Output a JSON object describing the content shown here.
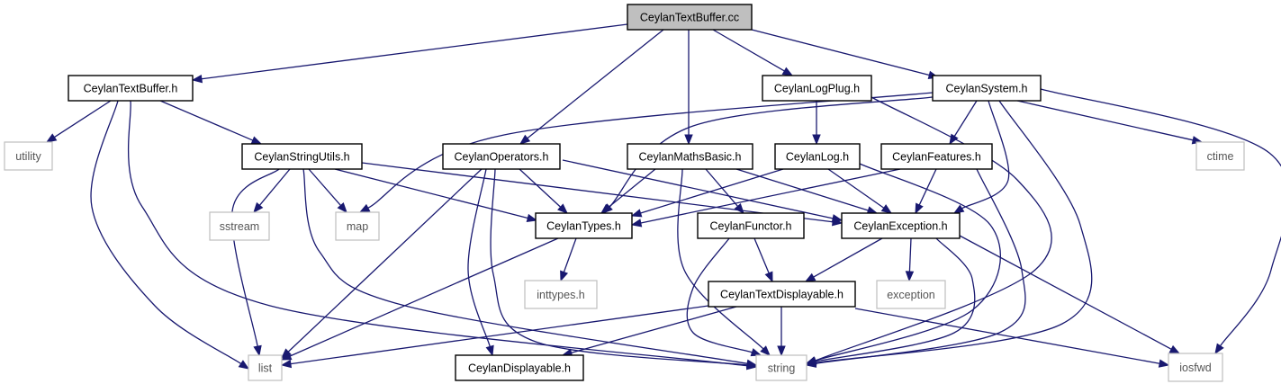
{
  "graph": {
    "edge_color": "#191970",
    "root_fill": "#bfbfbf",
    "external_border_color": "#bfbfbf",
    "nodes": [
      {
        "id": "CeylanTextBuffer_cc",
        "label": "CeylanTextBuffer.cc",
        "kind": "root"
      },
      {
        "id": "CeylanTextBuffer_h",
        "label": "CeylanTextBuffer.h",
        "kind": "header"
      },
      {
        "id": "CeylanLogPlug_h",
        "label": "CeylanLogPlug.h",
        "kind": "header"
      },
      {
        "id": "CeylanSystem_h",
        "label": "CeylanSystem.h",
        "kind": "header"
      },
      {
        "id": "utility",
        "label": "utility",
        "kind": "external"
      },
      {
        "id": "CeylanStringUtils_h",
        "label": "CeylanStringUtils.h",
        "kind": "header"
      },
      {
        "id": "CeylanOperators_h",
        "label": "CeylanOperators.h",
        "kind": "header"
      },
      {
        "id": "CeylanMathsBasic_h",
        "label": "CeylanMathsBasic.h",
        "kind": "header"
      },
      {
        "id": "CeylanLog_h",
        "label": "CeylanLog.h",
        "kind": "header"
      },
      {
        "id": "CeylanFeatures_h",
        "label": "CeylanFeatures.h",
        "kind": "header"
      },
      {
        "id": "ctime",
        "label": "ctime",
        "kind": "external"
      },
      {
        "id": "sstream",
        "label": "sstream",
        "kind": "external"
      },
      {
        "id": "map",
        "label": "map",
        "kind": "external"
      },
      {
        "id": "CeylanTypes_h",
        "label": "CeylanTypes.h",
        "kind": "header"
      },
      {
        "id": "CeylanFunctor_h",
        "label": "CeylanFunctor.h",
        "kind": "header"
      },
      {
        "id": "CeylanException_h",
        "label": "CeylanException.h",
        "kind": "header"
      },
      {
        "id": "inttypes_h",
        "label": "inttypes.h",
        "kind": "external"
      },
      {
        "id": "CeylanTextDisplayable_h",
        "label": "CeylanTextDisplayable.h",
        "kind": "header"
      },
      {
        "id": "exception",
        "label": "exception",
        "kind": "external"
      },
      {
        "id": "list",
        "label": "list",
        "kind": "external"
      },
      {
        "id": "CeylanDisplayable_h",
        "label": "CeylanDisplayable.h",
        "kind": "header"
      },
      {
        "id": "string",
        "label": "string",
        "kind": "external"
      },
      {
        "id": "iosfwd",
        "label": "iosfwd",
        "kind": "external"
      }
    ],
    "edges": [
      [
        "CeylanTextBuffer_cc",
        "CeylanTextBuffer_h"
      ],
      [
        "CeylanTextBuffer_cc",
        "CeylanOperators_h"
      ],
      [
        "CeylanTextBuffer_cc",
        "CeylanMathsBasic_h"
      ],
      [
        "CeylanTextBuffer_cc",
        "CeylanLogPlug_h"
      ],
      [
        "CeylanTextBuffer_cc",
        "CeylanSystem_h"
      ],
      [
        "CeylanTextBuffer_h",
        "utility"
      ],
      [
        "CeylanTextBuffer_h",
        "CeylanStringUtils_h"
      ],
      [
        "CeylanTextBuffer_h",
        "list"
      ],
      [
        "CeylanTextBuffer_h",
        "string"
      ],
      [
        "CeylanStringUtils_h",
        "sstream"
      ],
      [
        "CeylanStringUtils_h",
        "map"
      ],
      [
        "CeylanStringUtils_h",
        "CeylanTypes_h"
      ],
      [
        "CeylanStringUtils_h",
        "CeylanException_h"
      ],
      [
        "CeylanStringUtils_h",
        "list"
      ],
      [
        "CeylanStringUtils_h",
        "string"
      ],
      [
        "CeylanOperators_h",
        "CeylanTypes_h"
      ],
      [
        "CeylanOperators_h",
        "CeylanException_h"
      ],
      [
        "CeylanOperators_h",
        "list"
      ],
      [
        "CeylanOperators_h",
        "CeylanDisplayable_h"
      ],
      [
        "CeylanOperators_h",
        "string"
      ],
      [
        "CeylanMathsBasic_h",
        "CeylanTypes_h"
      ],
      [
        "CeylanMathsBasic_h",
        "CeylanFunctor_h"
      ],
      [
        "CeylanMathsBasic_h",
        "CeylanException_h"
      ],
      [
        "CeylanMathsBasic_h",
        "string"
      ],
      [
        "CeylanLogPlug_h",
        "CeylanLog_h"
      ],
      [
        "CeylanLogPlug_h",
        "string"
      ],
      [
        "CeylanLog_h",
        "CeylanTypes_h"
      ],
      [
        "CeylanLog_h",
        "CeylanException_h"
      ],
      [
        "CeylanLog_h",
        "string"
      ],
      [
        "CeylanSystem_h",
        "map"
      ],
      [
        "CeylanSystem_h",
        "CeylanTypes_h"
      ],
      [
        "CeylanSystem_h",
        "CeylanFeatures_h"
      ],
      [
        "CeylanSystem_h",
        "CeylanException_h"
      ],
      [
        "CeylanSystem_h",
        "ctime"
      ],
      [
        "CeylanSystem_h",
        "iosfwd"
      ],
      [
        "CeylanSystem_h",
        "string"
      ],
      [
        "CeylanFeatures_h",
        "CeylanTypes_h"
      ],
      [
        "CeylanFeatures_h",
        "CeylanException_h"
      ],
      [
        "CeylanFeatures_h",
        "string"
      ],
      [
        "CeylanTypes_h",
        "inttypes_h"
      ],
      [
        "CeylanTypes_h",
        "list"
      ],
      [
        "CeylanFunctor_h",
        "CeylanTextDisplayable_h"
      ],
      [
        "CeylanFunctor_h",
        "string"
      ],
      [
        "CeylanException_h",
        "CeylanTextDisplayable_h"
      ],
      [
        "CeylanException_h",
        "exception"
      ],
      [
        "CeylanException_h",
        "string"
      ],
      [
        "CeylanException_h",
        "iosfwd"
      ],
      [
        "CeylanTextDisplayable_h",
        "list"
      ],
      [
        "CeylanTextDisplayable_h",
        "CeylanDisplayable_h"
      ],
      [
        "CeylanTextDisplayable_h",
        "string"
      ],
      [
        "CeylanTextDisplayable_h",
        "iosfwd"
      ]
    ]
  }
}
